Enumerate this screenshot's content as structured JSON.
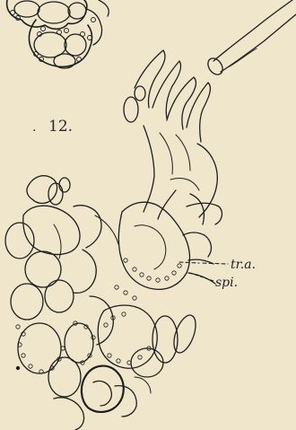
{
  "figure": {
    "number": "12.",
    "dot": ".",
    "labels": {
      "tr_a": "tr.a.",
      "spi": "spi."
    }
  }
}
